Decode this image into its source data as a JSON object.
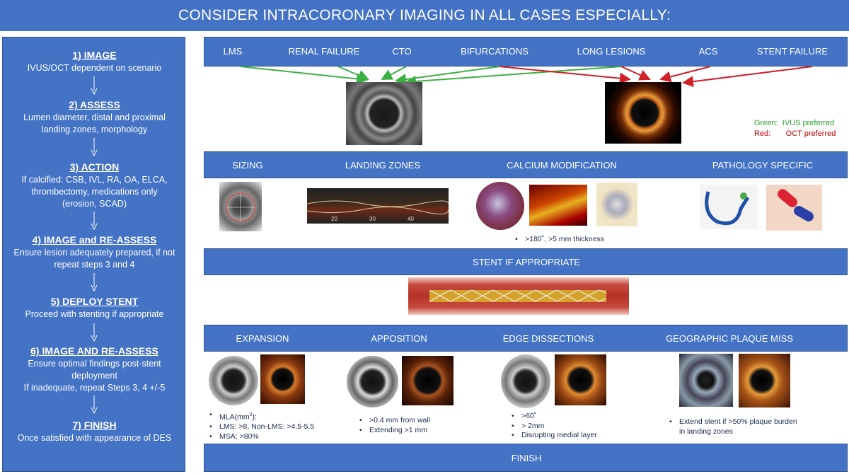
{
  "title": "CONSIDER INTRACORONARY IMAGING IN ALL CASES ESPECIALLY:",
  "steps": [
    {
      "heading": "1) IMAGE",
      "body": [
        "IVUS/OCT dependent on scenario"
      ]
    },
    {
      "heading": "2) ASSESS",
      "body": [
        "Lumen diameter, distal and proximal",
        "landing zones, morphology"
      ]
    },
    {
      "heading": "3) ACTION",
      "body": [
        "If calcified: CSB, IVL, RA, OA, ELCA,",
        "thrombectomy, medications only",
        "(erosion, SCAD)"
      ]
    },
    {
      "heading": "4) IMAGE and RE-ASSESS",
      "body": [
        "Ensure lesion adequately prepared, if not",
        "repeat steps 3 and 4"
      ]
    },
    {
      "heading": "5) DEPLOY STENT",
      "body": [
        "Proceed with stenting if appropriate"
      ]
    },
    {
      "heading": "6) IMAGE AND RE-ASSESS",
      "body": [
        "Ensure optimal findings post-stent",
        "deployment",
        "If inadequate, repeat Steps 3, 4 +/-5"
      ]
    },
    {
      "heading": "7) FINISH",
      "body": [
        "Once satisfied with appearance of DES"
      ]
    }
  ],
  "scenarios": [
    "LMS",
    "RENAL FAILURE",
    "CTO",
    "BIFURCATIONS",
    "LONG LESIONS",
    "ACS",
    "STENT FAILURE"
  ],
  "legend": {
    "green_label": "Green:",
    "green_text": "IVUS preferred",
    "red_label": "Red:",
    "red_text": "OCT preferred",
    "green_color": "#2ca02c",
    "red_color": "#c00000"
  },
  "prep_headers": [
    "SIZING",
    "LANDING ZONES",
    "CALCIUM MODIFICATION",
    "PATHOLOGY SPECIFIC"
  ],
  "landing_ticks": [
    "20",
    "30",
    "40"
  ],
  "calcium_note": ">180˚, >5 mm thickness",
  "stent_bar": "STENT IF APPROPRIATE",
  "post_headers": [
    "EXPANSION",
    "APPOSITION",
    "EDGE DISSECTIONS",
    "GEOGRAPHIC PLAQUE MISS"
  ],
  "expansion": {
    "mla_prefix": "MLA(mm",
    "mla_sup": "2",
    "mla_suffix": "):",
    "lms": "LMS:  >8, Non-LMS: >4.5-5.5",
    "msa": "MSA:  >80%"
  },
  "apposition": [
    ">0.4 mm from wall",
    "Extending >1 mm"
  ],
  "edge": [
    ">60˚",
    "> 2mm",
    "Disrupting medial layer"
  ],
  "plaque": [
    "Extend stent if >50% plaque burden",
    "in landing zones"
  ],
  "finish": "FINISH",
  "colors": {
    "bar_blue": "#4472c4",
    "bar_border": "#2f528f",
    "bullet_text": "#1a2a50"
  }
}
